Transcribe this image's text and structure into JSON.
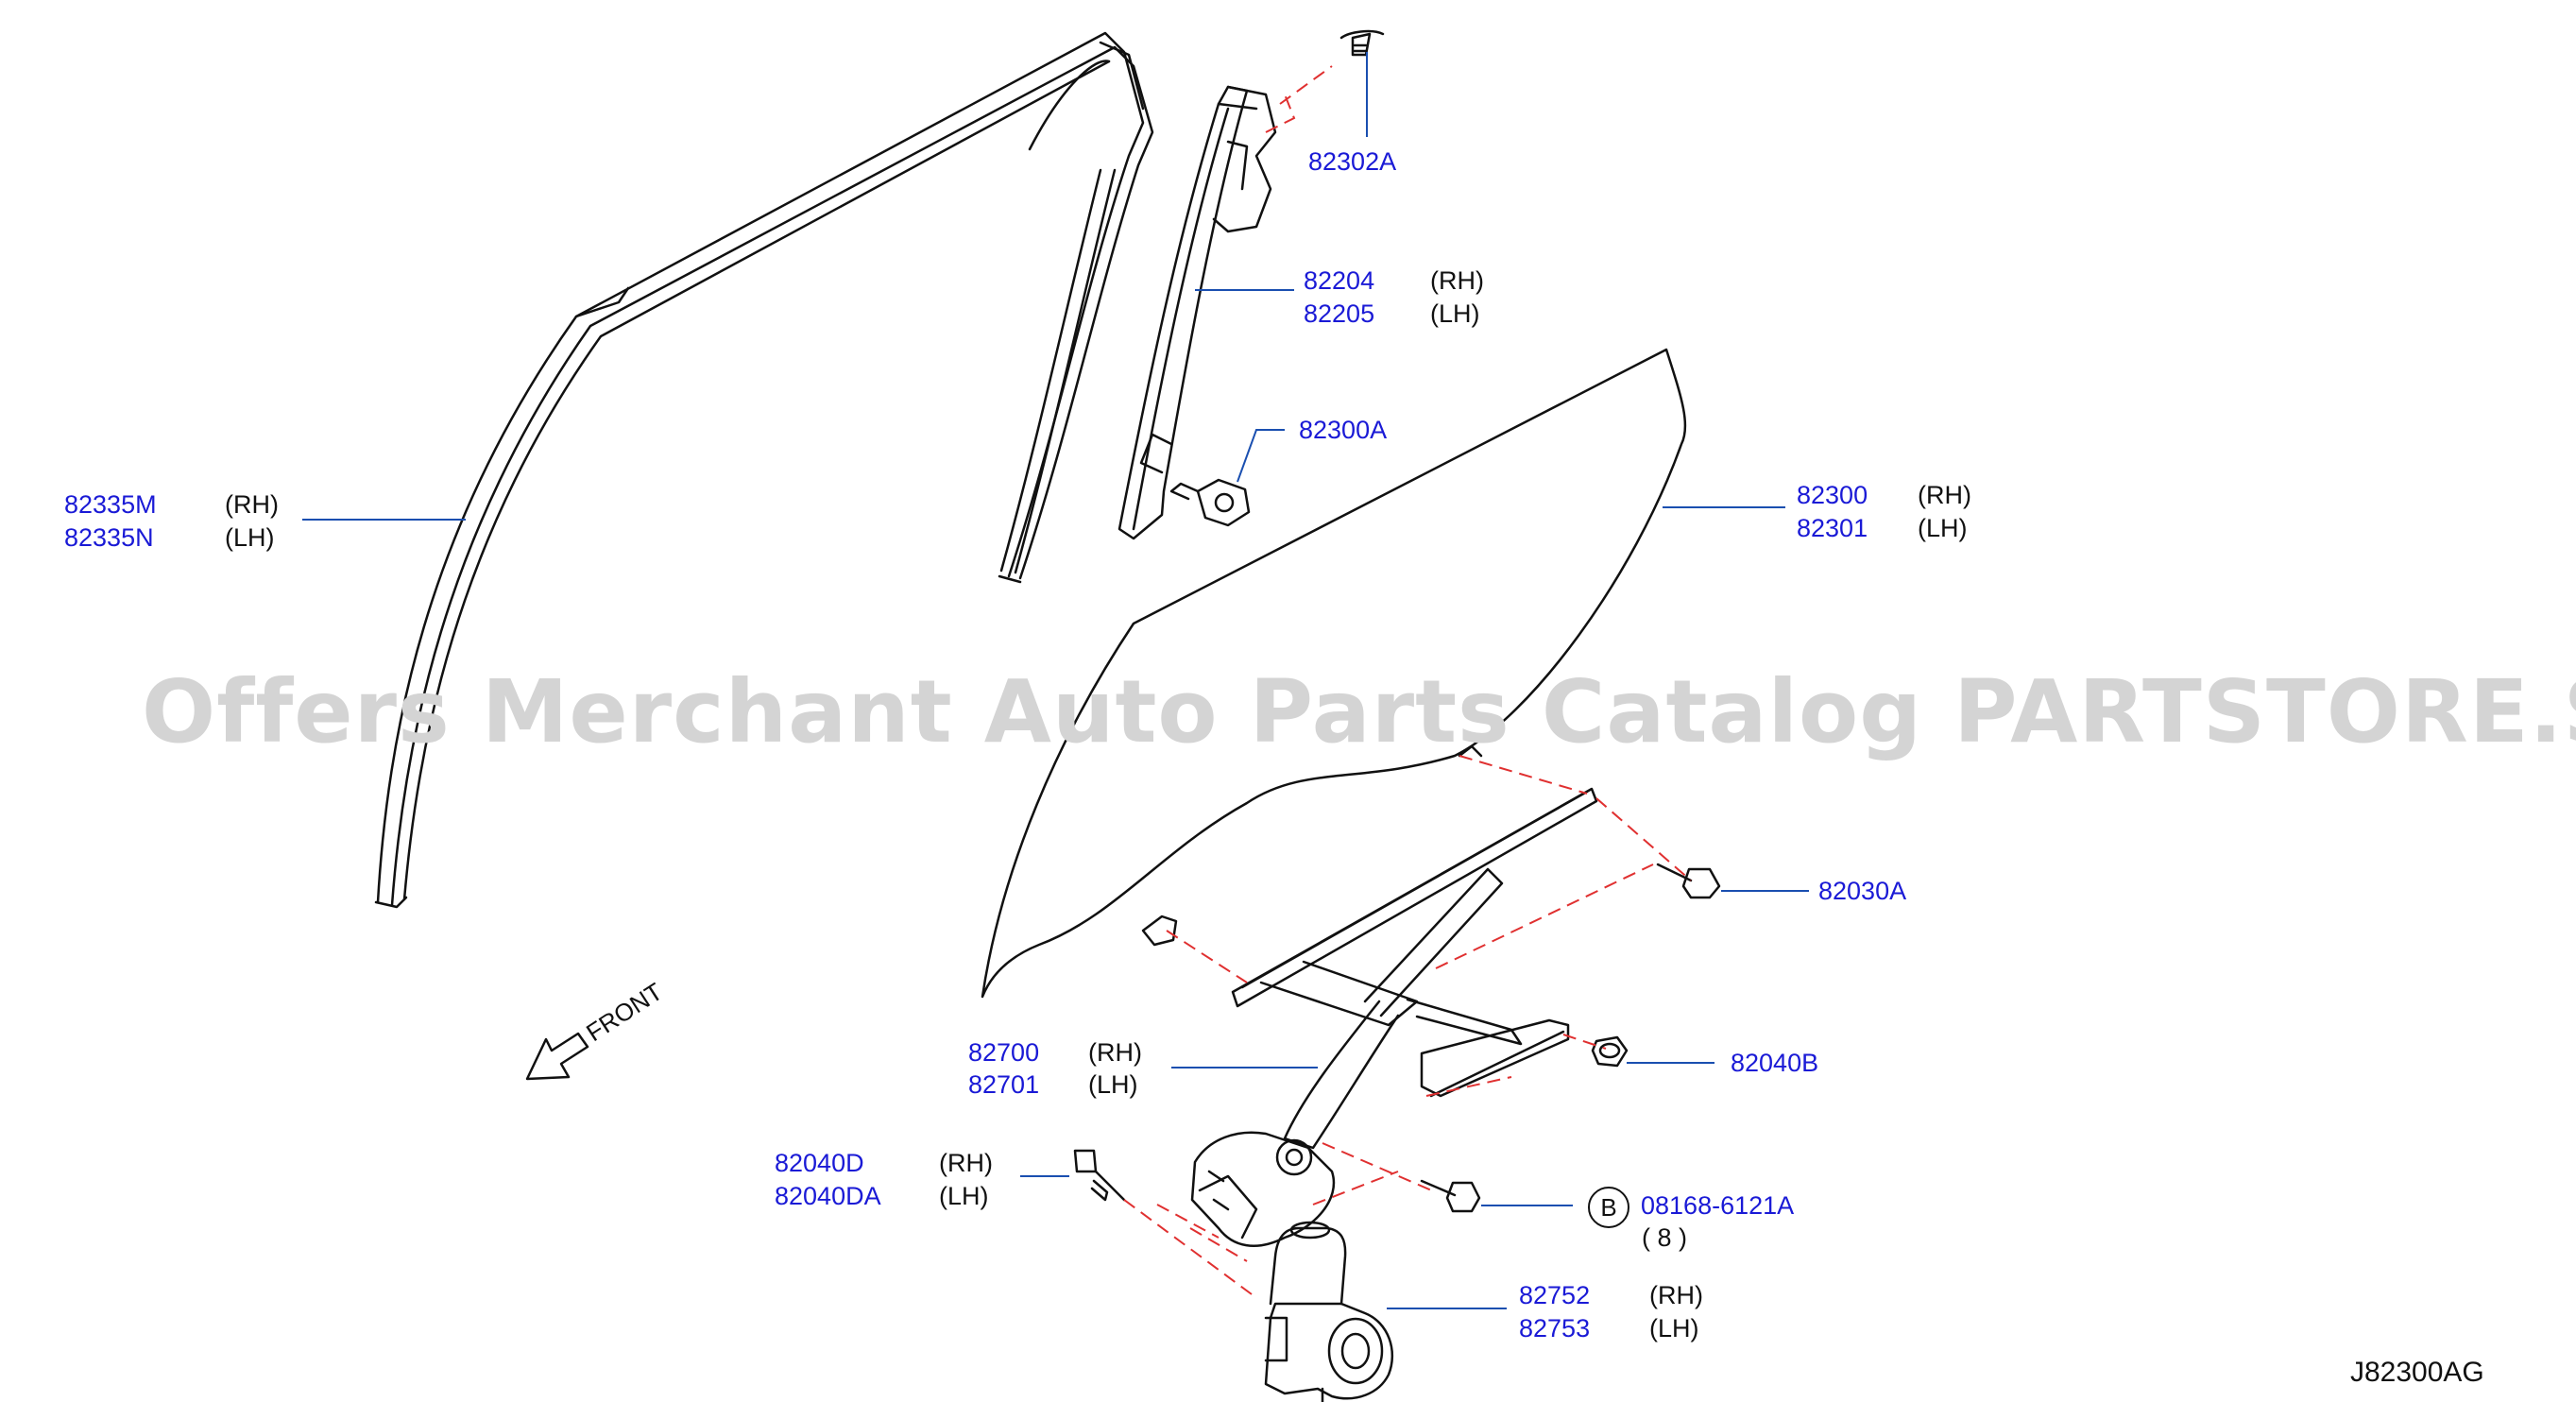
{
  "watermark": "Offers Merchant Auto Parts Catalog PARTSTORE.SA",
  "diagram_code": "J82300AG",
  "front_label": "FRONT",
  "callout_marker": "B",
  "colors": {
    "part_number": "#1a1ad6",
    "leader": "#1a4fb0",
    "hidden_line": "#e03030",
    "outline": "#111111"
  },
  "parts": [
    {
      "number": "82302A"
    },
    {
      "number": "82204",
      "side": "(RH)"
    },
    {
      "number": "82205",
      "side": "(LH)"
    },
    {
      "number": "82300A"
    },
    {
      "number": "82335M",
      "side": "(RH)"
    },
    {
      "number": "82335N",
      "side": "(LH)"
    },
    {
      "number": "82300",
      "side": "(RH)"
    },
    {
      "number": "82301",
      "side": "(LH)"
    },
    {
      "number": "82030A"
    },
    {
      "number": "82040B"
    },
    {
      "number": "82700",
      "side": "(RH)"
    },
    {
      "number": "82701",
      "side": "(LH)"
    },
    {
      "number": "82040D",
      "side": "(RH)"
    },
    {
      "number": "82040DA",
      "side": "(LH)"
    },
    {
      "number": "08168-6121A",
      "qty": "( 8 )"
    },
    {
      "number": "82752",
      "side": "(RH)"
    },
    {
      "number": "82753",
      "side": "(LH)"
    }
  ]
}
